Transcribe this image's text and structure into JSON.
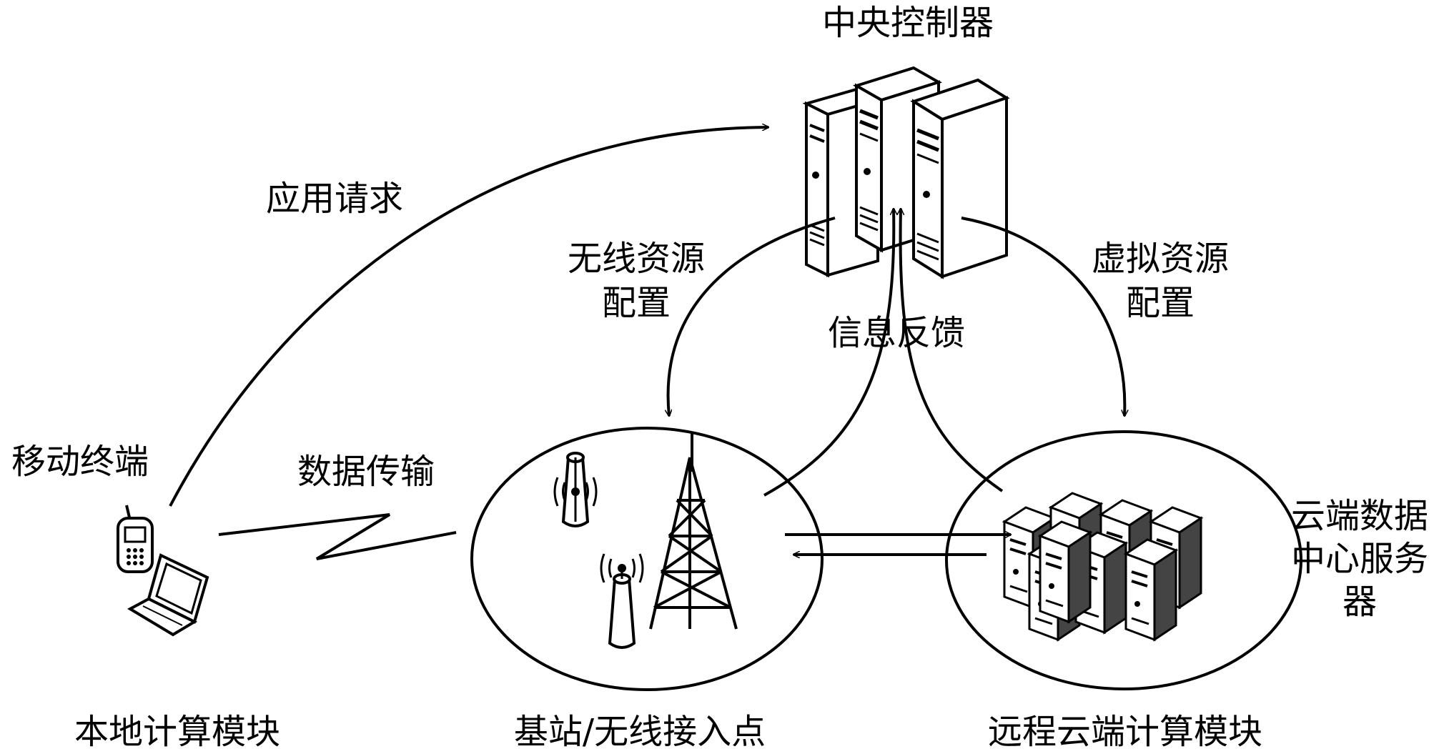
{
  "diagram": {
    "nodes": {
      "controller": {
        "label": "中央控制器"
      },
      "mobile_terminal": {
        "label": "移动终端"
      },
      "local_module": {
        "label": "本地计算模块"
      },
      "base_station_module": {
        "label": "基站/无线接入点"
      },
      "cloud_server": {
        "label_line1": "云端数据",
        "label_line2": "中心服务",
        "label_line3": "器"
      },
      "remote_module": {
        "label": "远程云端计算模块"
      }
    },
    "edges": {
      "app_request": {
        "label": "应用请求"
      },
      "data_transfer": {
        "label": "数据传输"
      },
      "wireless_config": {
        "label_line1": "无线资源",
        "label_line2": "配置"
      },
      "info_feedback": {
        "label": "信息反馈"
      },
      "virtual_config": {
        "label_line1": "虚拟资源",
        "label_line2": "配置"
      }
    }
  }
}
